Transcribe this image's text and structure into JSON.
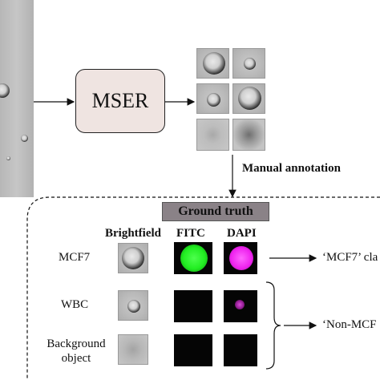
{
  "pipeline": {
    "detector_label": "MSER",
    "annotation_label": "Manual annotation"
  },
  "ground_truth": {
    "title": "Ground truth",
    "columns": [
      "Brightfield",
      "FITC",
      "DAPI"
    ],
    "rows": [
      {
        "label": "MCF7"
      },
      {
        "label": "WBC"
      },
      {
        "label": "Background object"
      }
    ],
    "outputs": {
      "mcf7": "‘MCF7’ cla",
      "non_mcf7": "‘Non-MCF"
    }
  },
  "colors": {
    "fitc": "#22ee22",
    "dapi": "#ee22ee",
    "mser_box": "#efe4e1",
    "ground_truth_bar": "#8a8287"
  }
}
